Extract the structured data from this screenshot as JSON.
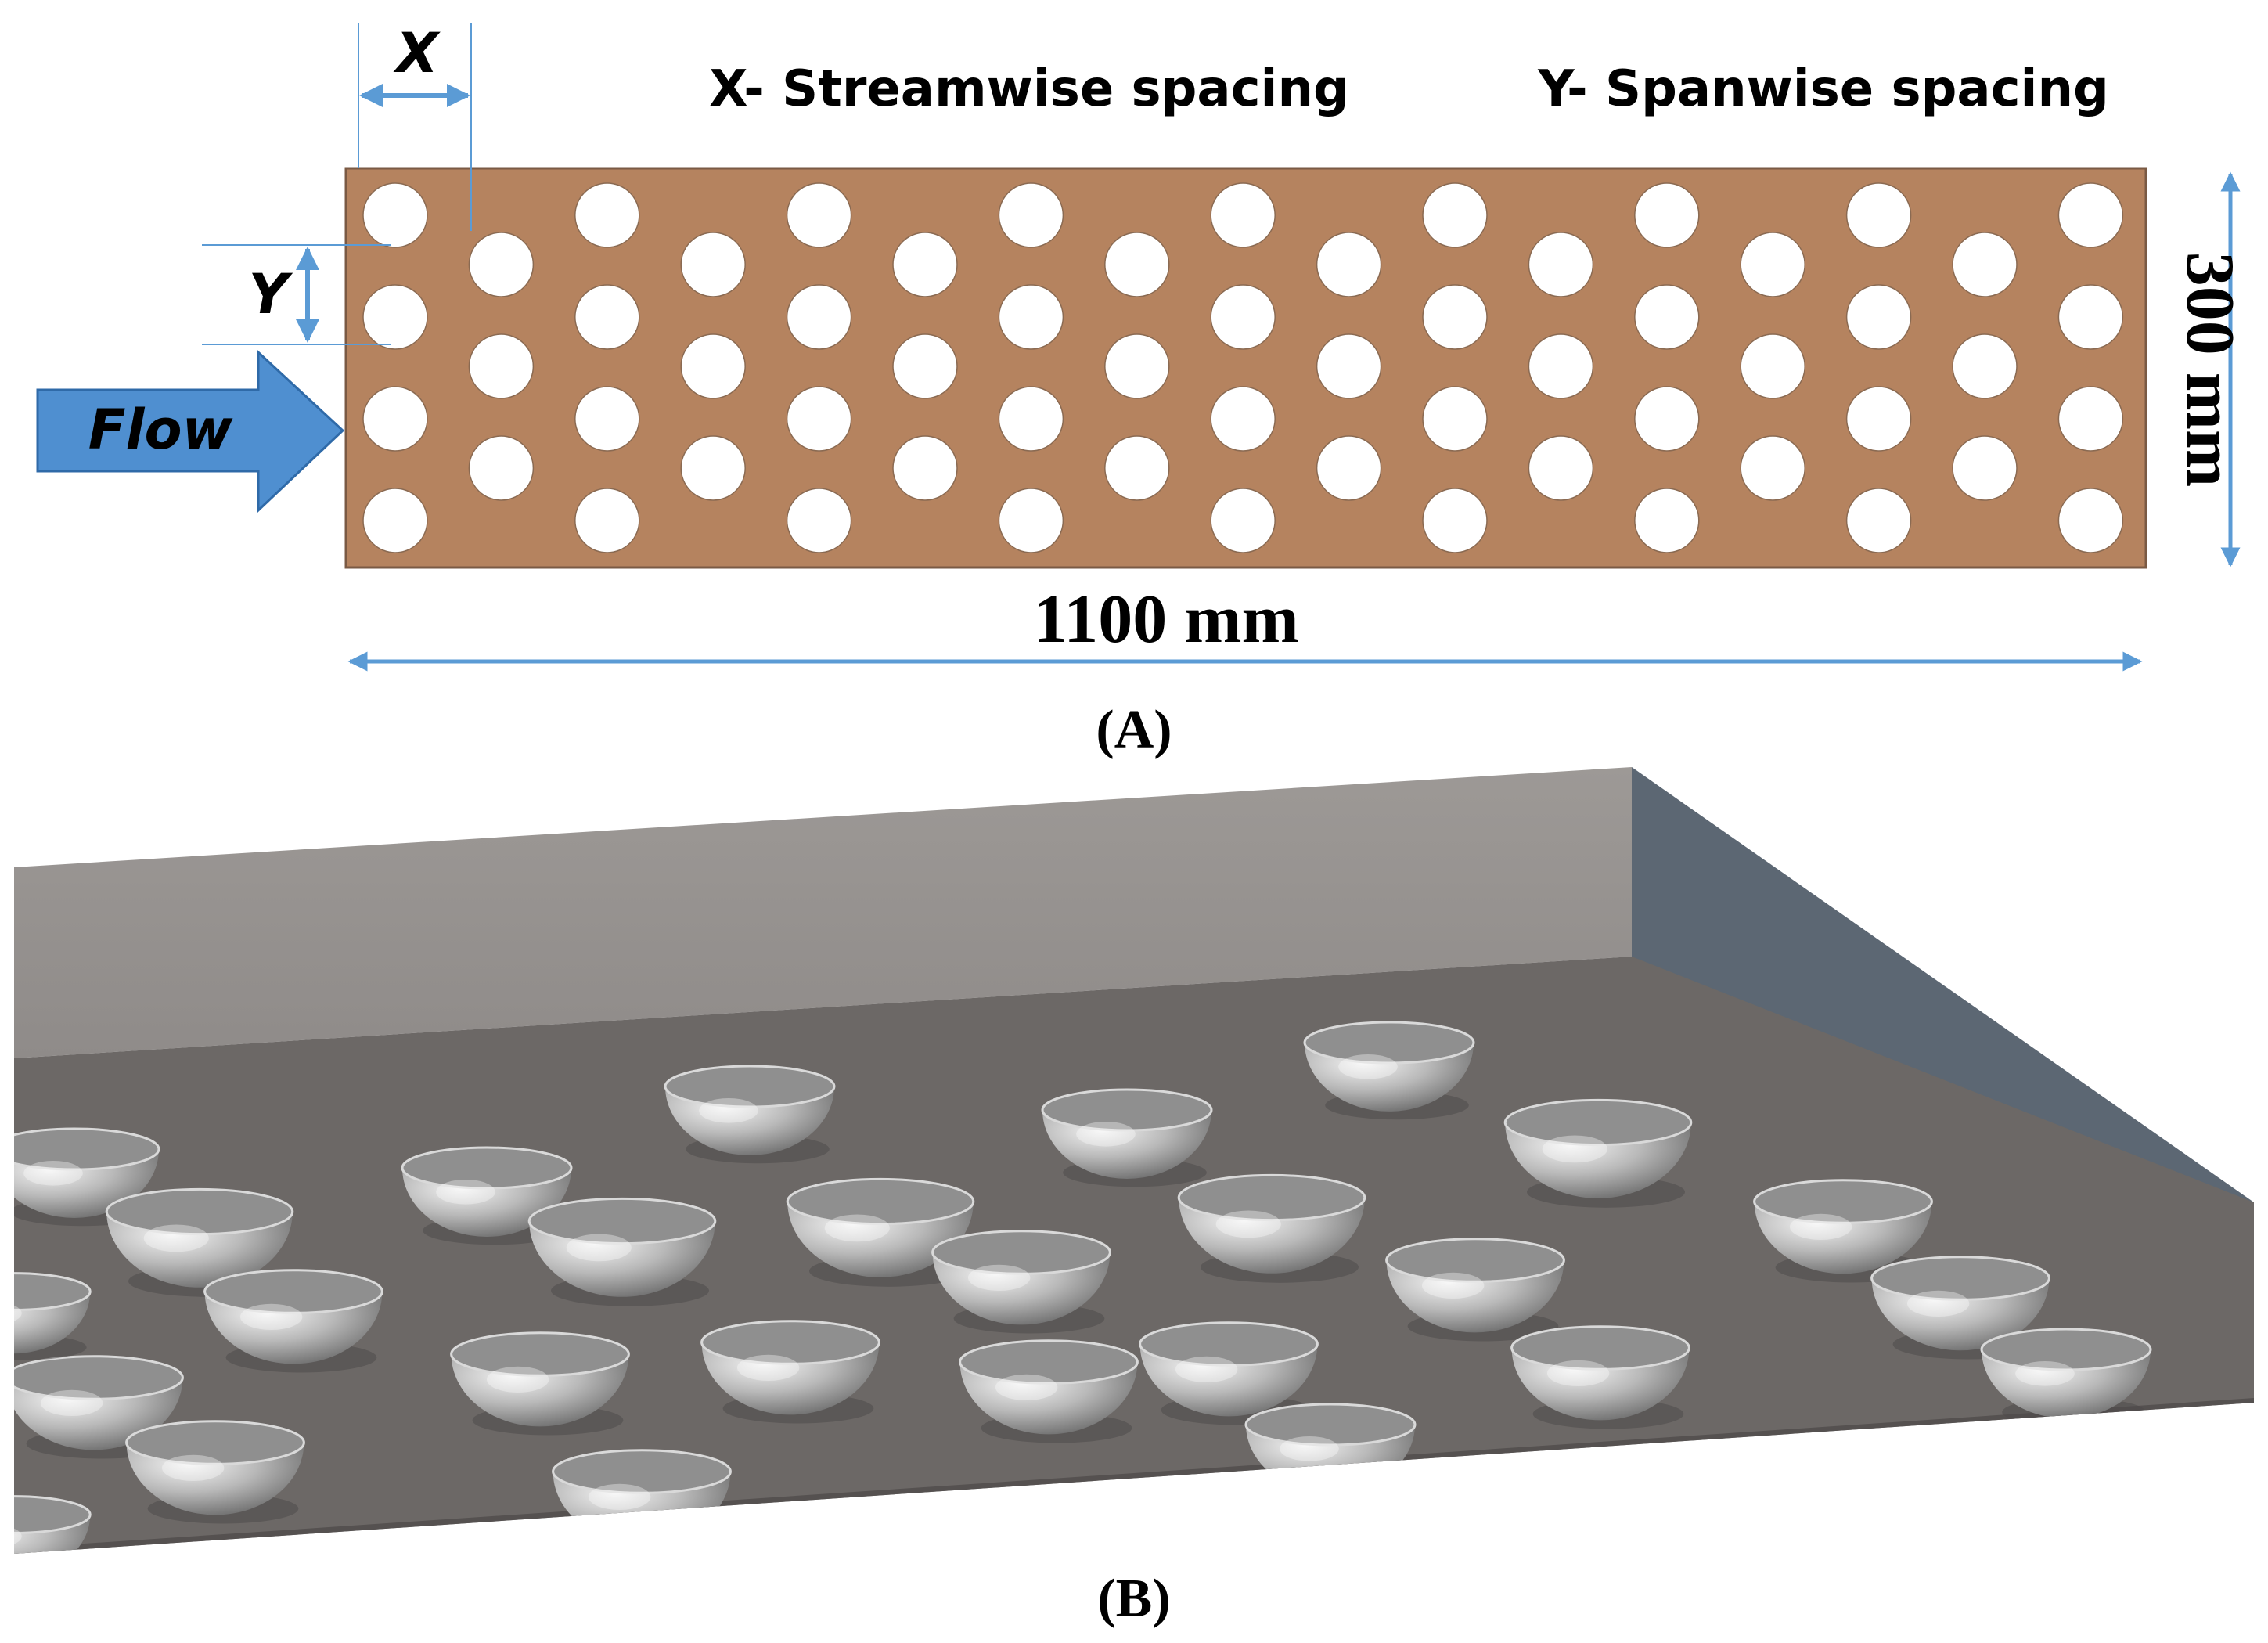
{
  "panel_a": {
    "caption": "(A)",
    "x_symbol": "X",
    "y_symbol": "Y",
    "x_label": "X- Streamwise spacing",
    "y_label": "Y- Spanwise spacing",
    "flow_label": "Flow",
    "length_label": "1100 mm",
    "width_label": "300 mm",
    "layout": "staggered",
    "odd_columns_holes": 4,
    "even_columns_holes": 3,
    "columns": 17
  },
  "panel_b": {
    "caption": "(B)"
  },
  "colors": {
    "plate": "#b5835f",
    "plate_border": "#7a5a44",
    "hole": "#ffffff",
    "arrow_blue": "#4f8fd0",
    "dimension_blue": "#5b9bd5",
    "wall_top": "#979390",
    "wall_front": "#7a7776",
    "wall_side": "#5c6773",
    "floor": "#6c6866",
    "text": "#000000"
  }
}
